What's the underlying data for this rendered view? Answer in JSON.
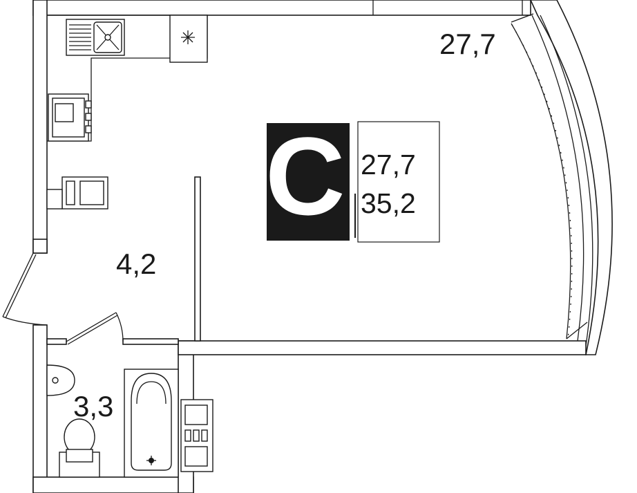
{
  "rooms": {
    "living": {
      "area": "27,7"
    },
    "hall": {
      "area": "4,2"
    },
    "bathroom": {
      "area": "3,3"
    }
  },
  "badge": {
    "letter": "С",
    "living_area": "27,7",
    "total_area": "35,2"
  },
  "colors": {
    "wall": "#1a1a1a",
    "background": "#ffffff",
    "badge_background": "#1a1a1a"
  },
  "icons": [
    "sink-icon",
    "stove-icon",
    "fridge-icon",
    "oven-icon",
    "washer-icon",
    "bathtub-icon",
    "toilet-icon",
    "washbasin-icon",
    "radiator-icon"
  ]
}
